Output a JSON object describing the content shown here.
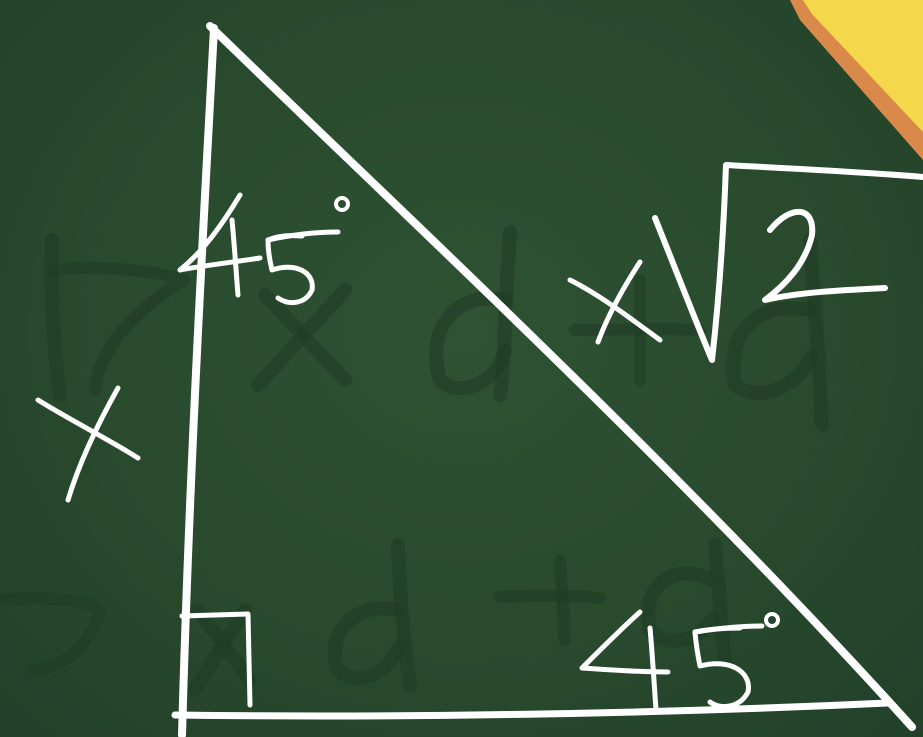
{
  "scene": {
    "description_items": [
      "chalkboard",
      "right-triangle",
      "pencil"
    ],
    "board_color": "#2a4a2e",
    "chalk_color": "#ffffff",
    "pencil_body_color": "#f4d74a",
    "pencil_edge_color": "#d98a4a"
  },
  "labels": {
    "leg_side": "x",
    "hypotenuse": "x√2",
    "top_angle": "45°",
    "bottom_angle": "45°"
  }
}
